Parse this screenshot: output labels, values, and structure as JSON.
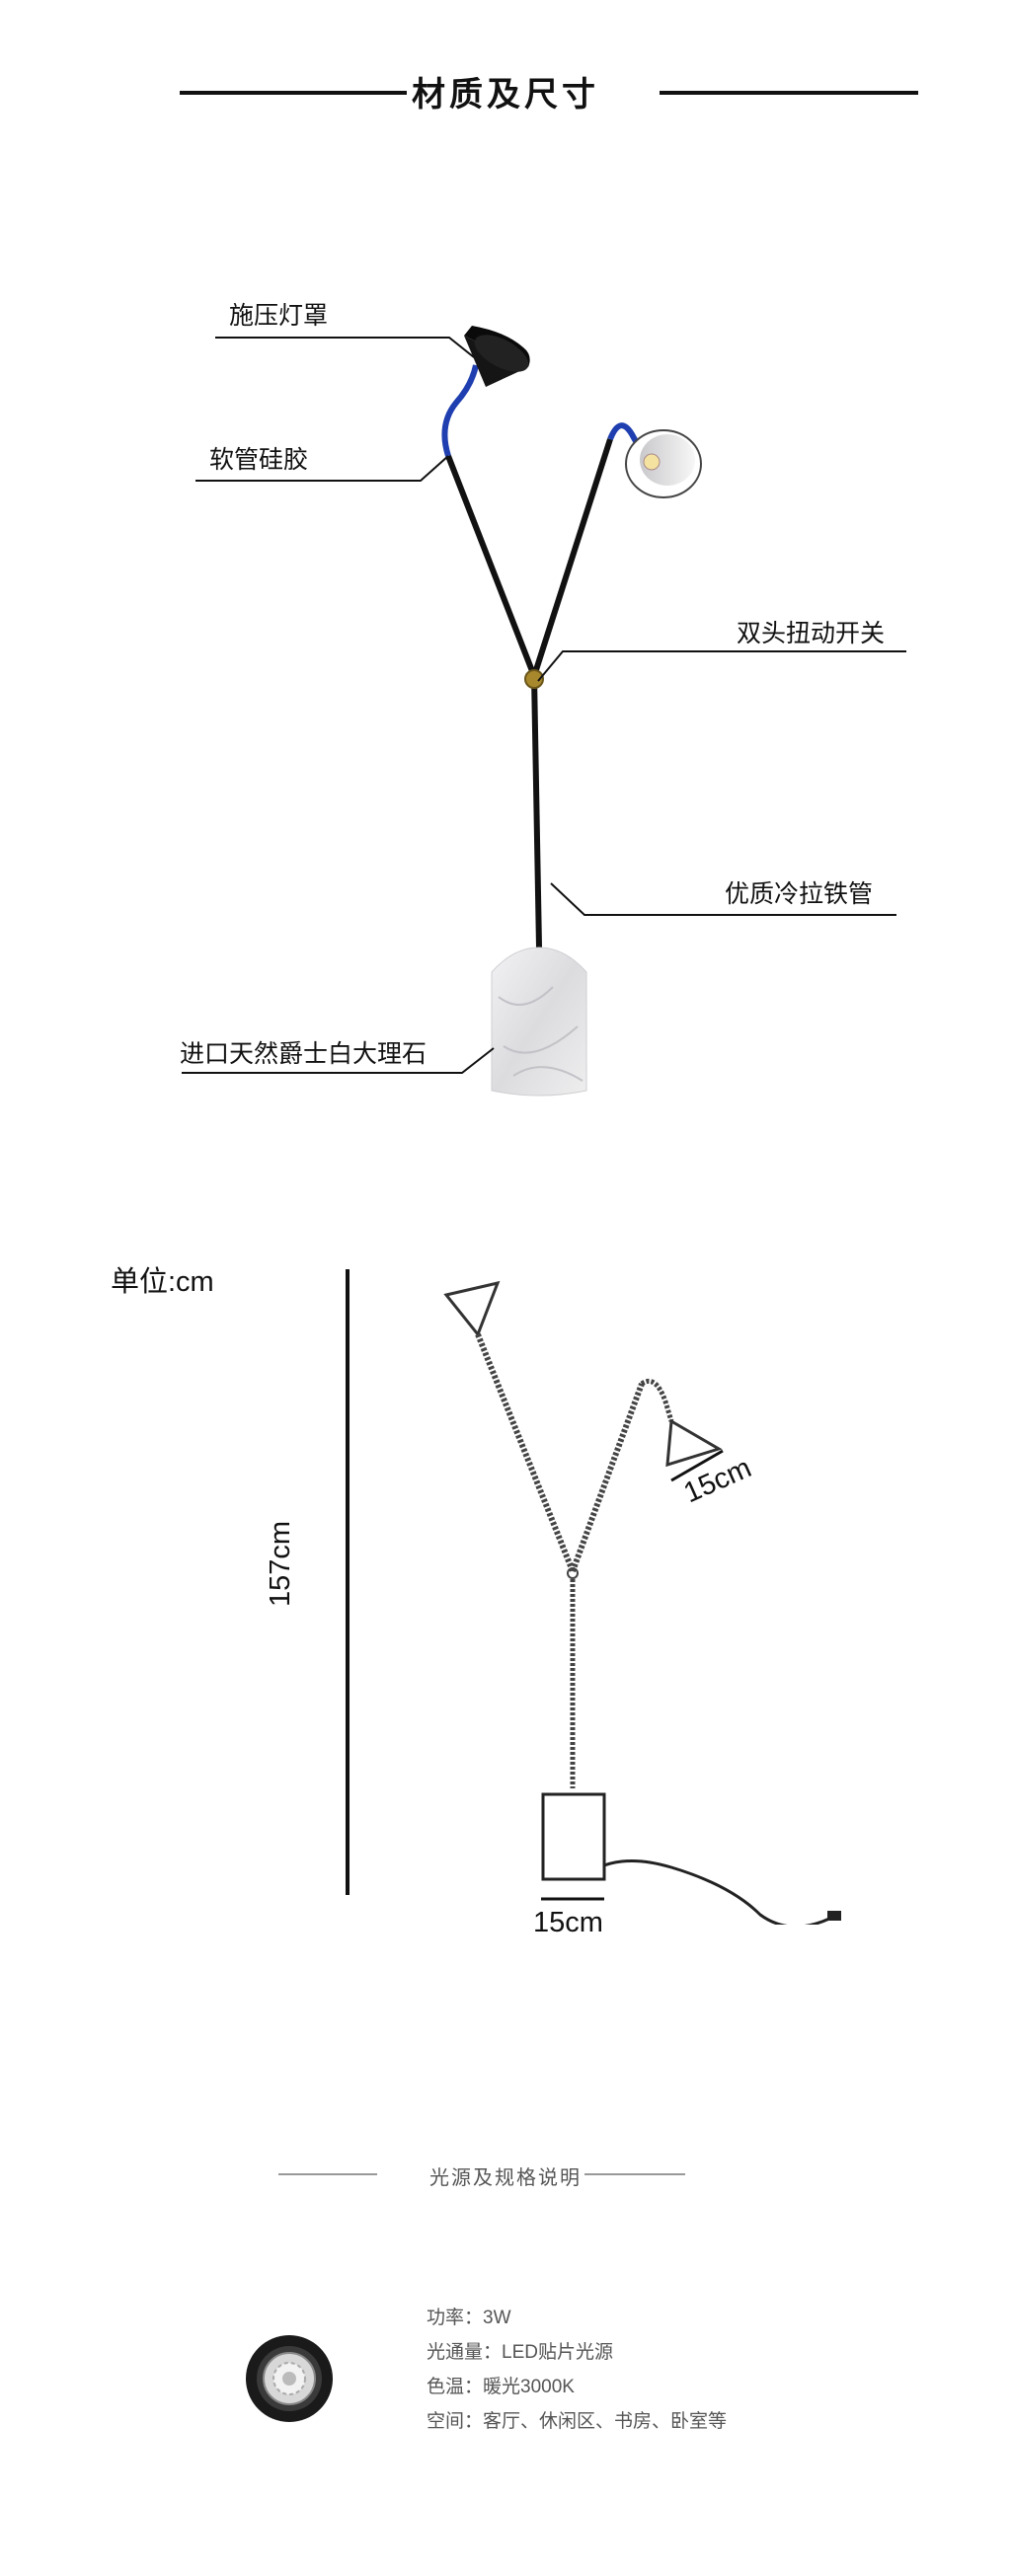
{
  "header": {
    "title": "材质及尺寸"
  },
  "materials": {
    "callouts": [
      "施压灯罩",
      "软管硅胶",
      "双头扭动开关",
      "优质冷拉铁管",
      "进口天然爵士白大理石"
    ]
  },
  "dimensions": {
    "unit_label": "单位:cm",
    "height": "157cm",
    "shade_width": "15cm",
    "base_width": "15cm"
  },
  "light_source": {
    "section_title": "光源及规格说明",
    "specs": [
      "功率：3W",
      "光通量：LED贴片光源",
      "色温：暖光3000K",
      "空间：客厅、休闲区、书房、卧室等"
    ]
  },
  "colors": {
    "line": "#111111",
    "hose": "#1f3fb0",
    "switch": "#a8882c",
    "marble": "#e6e6e8",
    "muted_text": "#555555"
  }
}
